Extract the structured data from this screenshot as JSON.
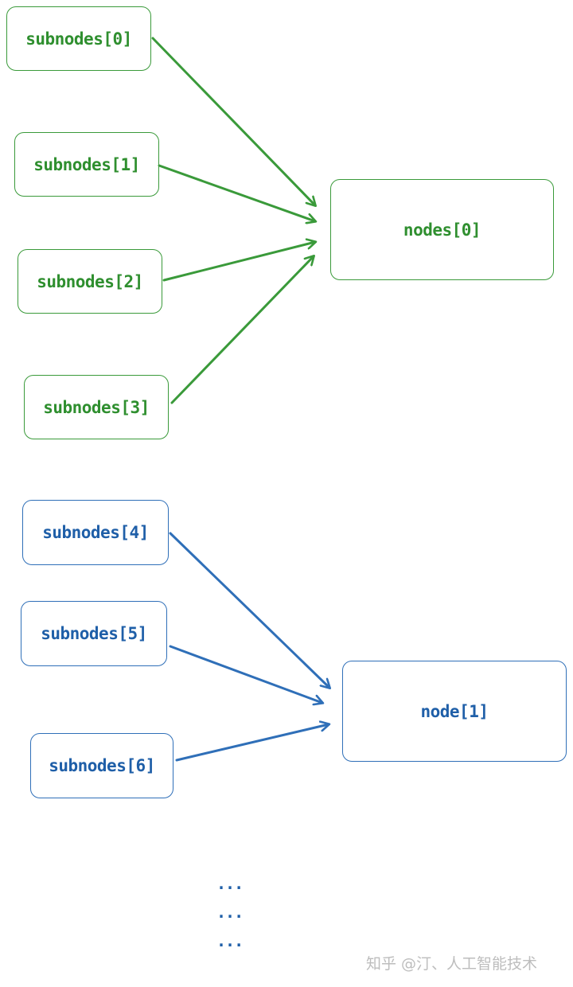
{
  "colors": {
    "group_a": "#2f8f2f",
    "group_b": "#1f5fa8",
    "watermark": "#bdbdbd"
  },
  "group_a": {
    "sources": [
      {
        "id": "s0",
        "label": "subnodes[0]"
      },
      {
        "id": "s1",
        "label": "subnodes[1]"
      },
      {
        "id": "s2",
        "label": "subnodes[2]"
      },
      {
        "id": "s3",
        "label": "subnodes[3]"
      }
    ],
    "target": {
      "id": "t0",
      "label": "nodes[0]"
    }
  },
  "group_b": {
    "sources": [
      {
        "id": "s4",
        "label": "subnodes[4]"
      },
      {
        "id": "s5",
        "label": "subnodes[5]"
      },
      {
        "id": "s6",
        "label": "subnodes[6]"
      }
    ],
    "target": {
      "id": "t1",
      "label": "node[1]"
    }
  },
  "ellipsis": [
    "...",
    "...",
    "..."
  ],
  "watermark": "知乎 @汀、人工智能技术"
}
